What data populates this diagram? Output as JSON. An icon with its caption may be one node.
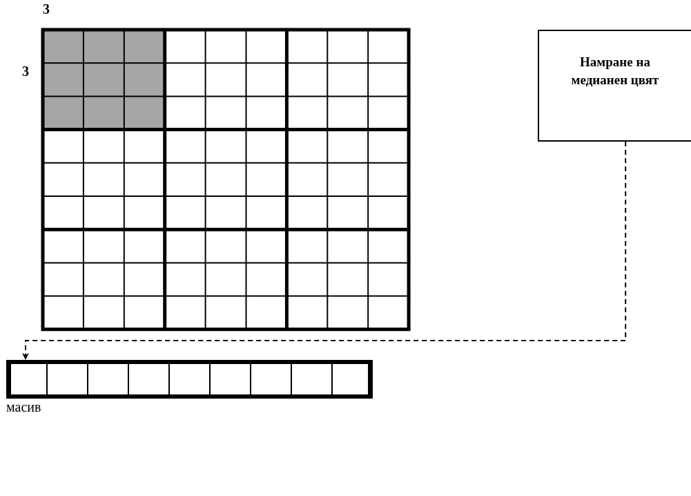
{
  "diagram": {
    "nodes": [
      {
        "text": [
          "Намране на медианен цвят"
        ]
      },
      {
        "text": [],
        "shape": "box",
        "beside": [
          "масив"
        ]
      }
    ],
    "edges": [
      {
        "from": 0,
        "to": 1,
        "arrow": "to",
        "style": "dashed"
      }
    ],
    "labels": [
      "3",
      "3"
    ]
  }
}
